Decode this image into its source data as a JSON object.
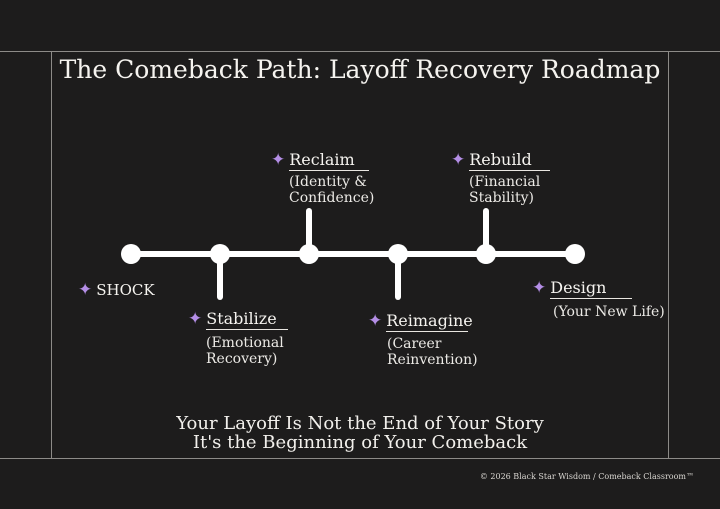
{
  "title": "The Comeback Path: Layoff Recovery Roadmap",
  "stages": [
    {
      "name": "SHOCK",
      "description": ""
    },
    {
      "name": "Stabilize",
      "description": [
        "(Emotional",
        "Recovery)"
      ]
    },
    {
      "name": "Reclaim",
      "description": [
        "(Identity &",
        "Confidence)"
      ]
    },
    {
      "name": "Reimagine",
      "description": [
        "(Career",
        "Reinvention)"
      ]
    },
    {
      "name": "Rebuild",
      "description": [
        "(Financial",
        "Stability)"
      ]
    },
    {
      "name": "Design",
      "description": [
        "(Your New Life)"
      ]
    }
  ],
  "star_icon": "four-point-star-icon",
  "accent_color": "#b48ee6",
  "tagline": {
    "line1": "Your Layoff Is Not the End of Your Story",
    "line2": "It's the Beginning of Your Comeback"
  },
  "footer": "© 2026 Black Star Wisdom / Comeback Classroom™"
}
